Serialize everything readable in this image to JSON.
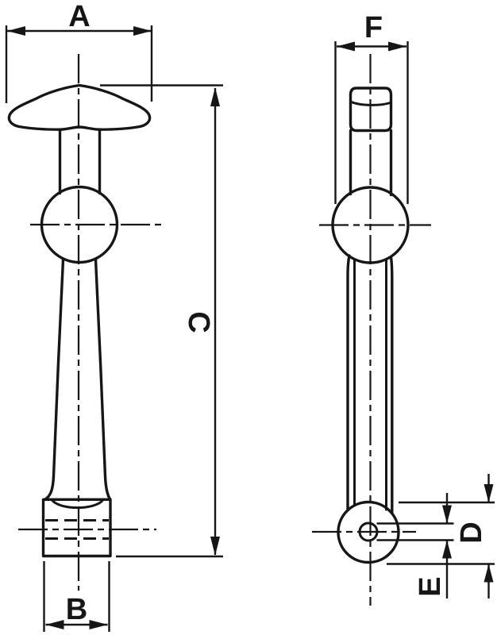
{
  "drawing": {
    "background_color": "#ffffff",
    "line_color": "#161616",
    "dimensions": {
      "top_width": {
        "label": "A"
      },
      "base_width": {
        "label": "B"
      },
      "overall_height": {
        "label": "C"
      },
      "boss_diameter": {
        "label": "D"
      },
      "hole_diameter": {
        "label": "E"
      },
      "grip_thickness": {
        "label": "F"
      }
    }
  }
}
